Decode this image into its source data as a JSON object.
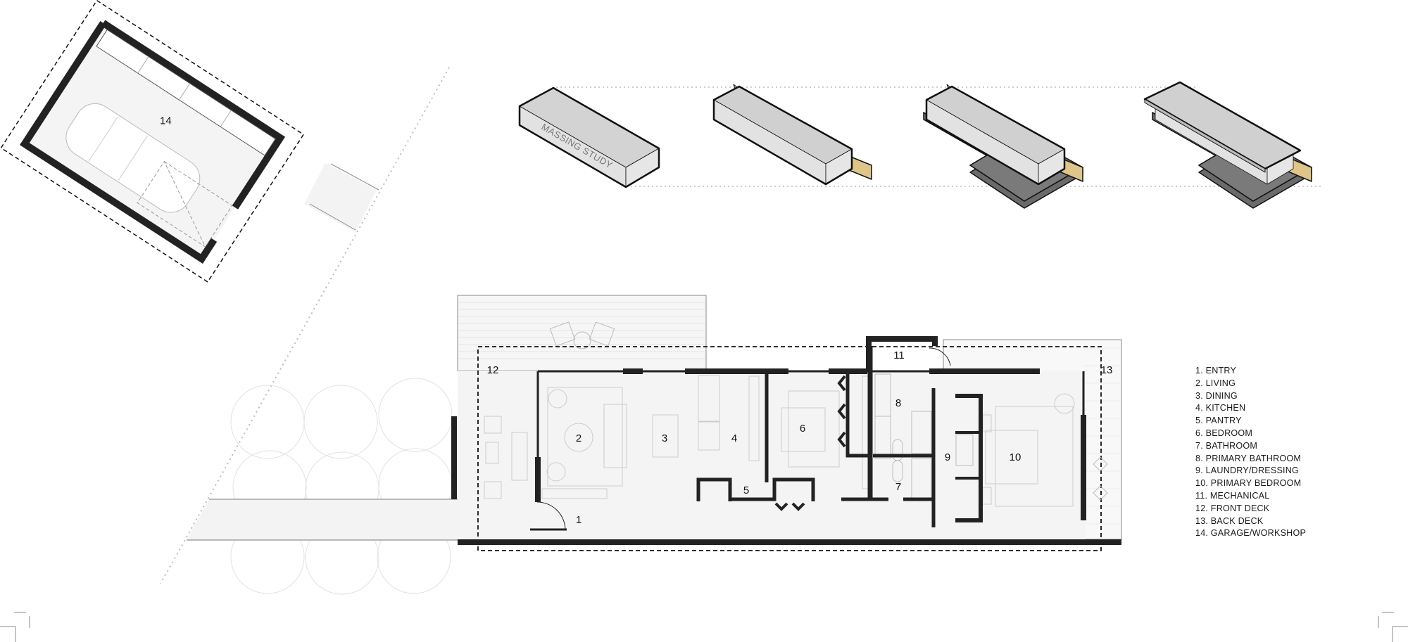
{
  "massing": {
    "stage1_label": "MASSING STUDY",
    "stages": [
      "massing-block",
      "massing-with-chimney",
      "massing-with-deck",
      "massing-with-roof"
    ]
  },
  "garage": {
    "room_number": "14"
  },
  "floor_plan": {
    "room_numbers": {
      "entry": "1",
      "living": "2",
      "dining": "3",
      "kitchen": "4",
      "pantry": "5",
      "bedroom": "6",
      "bathroom": "7",
      "primary_bathroom": "8",
      "laundry": "9",
      "primary_bedroom": "10",
      "mechanical": "11",
      "front_deck": "12",
      "back_deck": "13"
    }
  },
  "legend": {
    "items": [
      "1. ENTRY",
      "2. LIVING",
      "3. DINING",
      "4. KITCHEN",
      "5. PANTRY",
      "6. BEDROOM",
      "7. BATHROOM",
      "8. PRIMARY BATHROOM",
      "9. LAUNDRY/DRESSING",
      "10. PRIMARY BEDROOM",
      "11. MECHANICAL",
      "12. FRONT DECK",
      "13. BACK DECK",
      "14. GARAGE/WORKSHOP"
    ]
  },
  "colors": {
    "wall": "#222222",
    "floor": "#f4f4f4",
    "massing_top": "#d0d0d0",
    "massing_side": "#e2e2e2",
    "deck": "#7a7a7a",
    "chimney": "#dfc58a"
  }
}
